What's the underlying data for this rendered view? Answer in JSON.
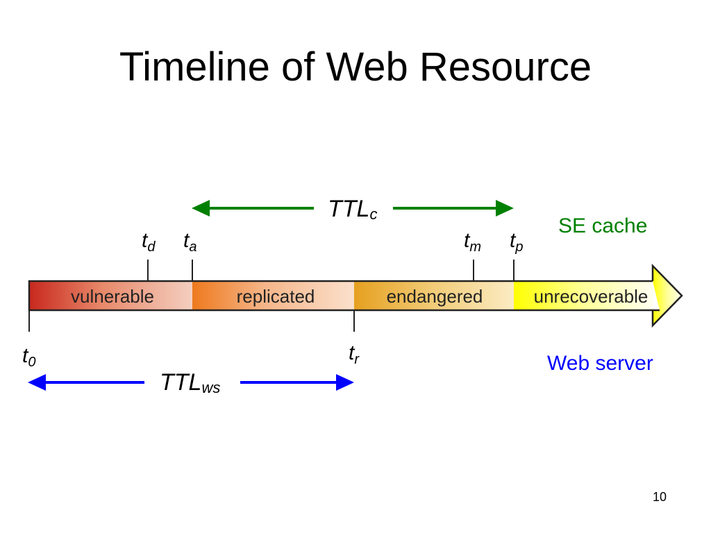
{
  "slide": {
    "title": "Timeline of Web Resource",
    "page_number": "10"
  },
  "timeline": {
    "segments": [
      {
        "label": "vulnerable"
      },
      {
        "label": "replicated"
      },
      {
        "label": "endangered"
      },
      {
        "label": "unrecoverable"
      }
    ],
    "ticks_above": [
      {
        "base": "t",
        "sub": "d"
      },
      {
        "base": "t",
        "sub": "a"
      },
      {
        "base": "t",
        "sub": "m"
      },
      {
        "base": "t",
        "sub": "p"
      }
    ],
    "ticks_below": [
      {
        "base": "t",
        "sub": "0"
      },
      {
        "base": "t",
        "sub": "r"
      }
    ],
    "ttl_cache": {
      "base": "TTL",
      "sub": "c"
    },
    "ttl_webserver": {
      "base": "TTL",
      "sub": "ws"
    },
    "se_cache_label": "SE cache",
    "web_server_label": "Web server"
  },
  "colors": {
    "cache_green": "#008000",
    "server_blue": "#0000ff",
    "vulnerable_dark": "#c8281e",
    "replicated_orange": "#ee7a1e",
    "endangered_gold": "#e6a020",
    "unrecoverable_yellow": "#ffff00"
  },
  "icons": [
    "arrow-left-icon",
    "arrow-right-icon",
    "timeline-arrow-head"
  ]
}
